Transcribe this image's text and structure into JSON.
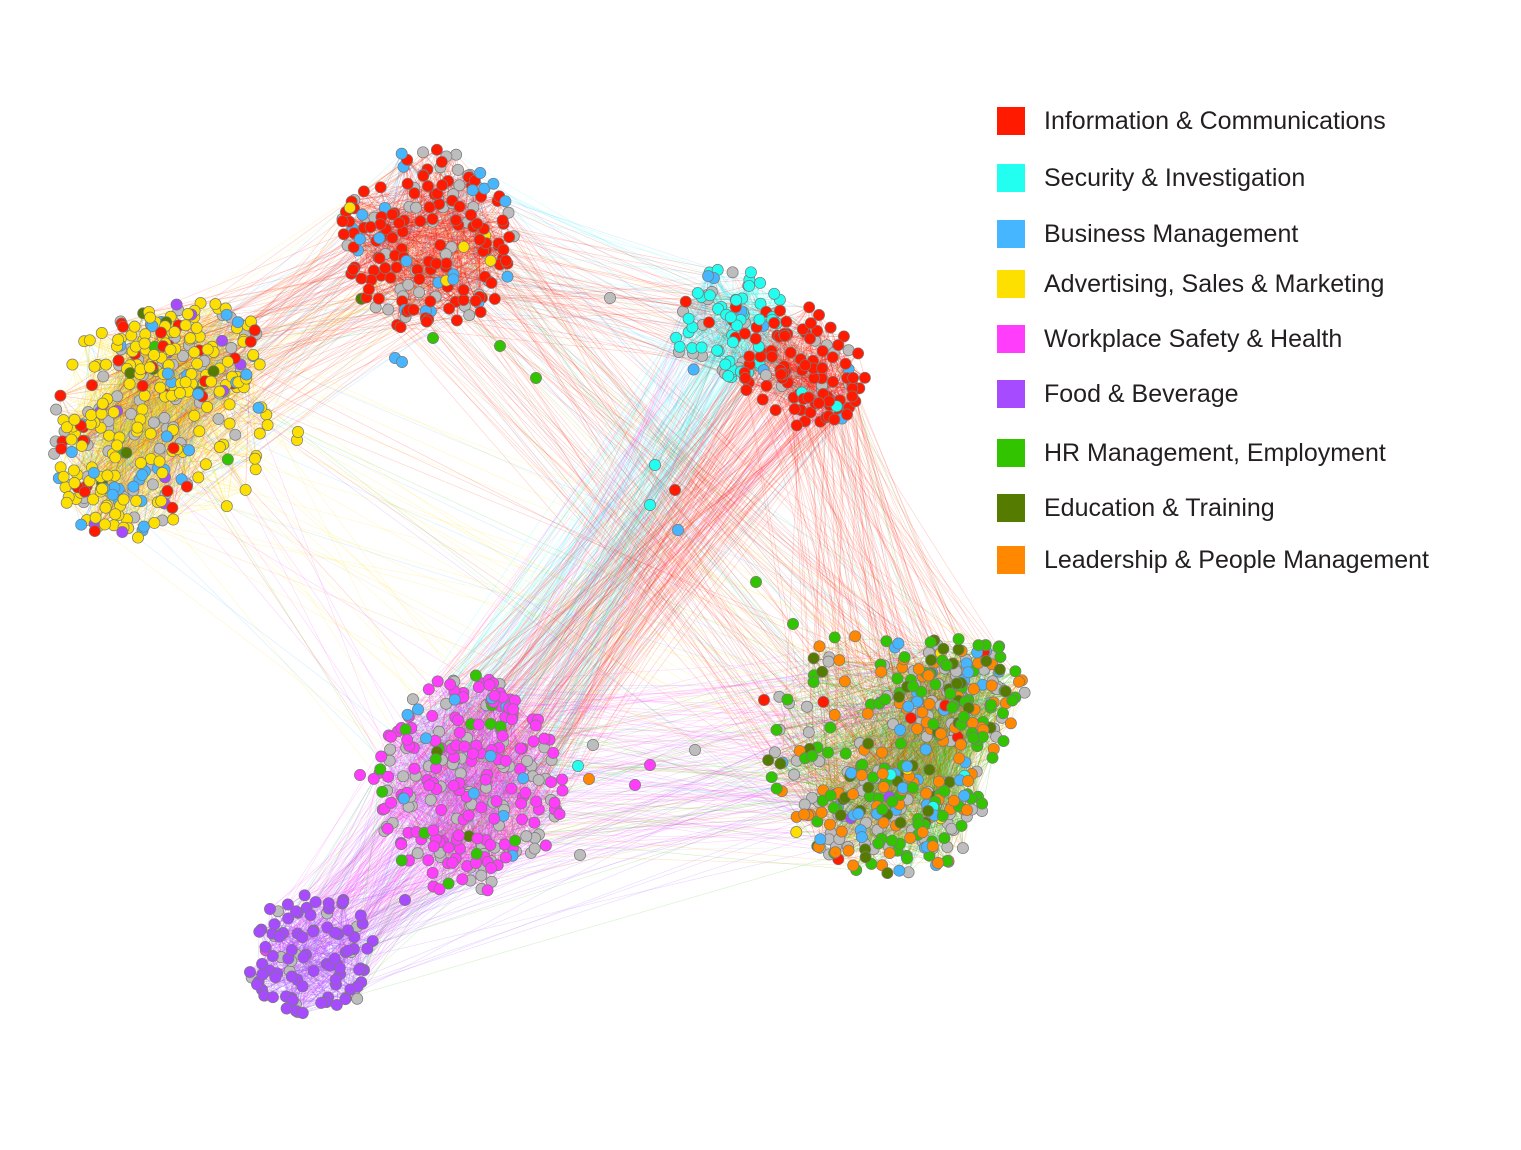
{
  "legend": {
    "items": [
      {
        "label": "Information & Communications",
        "color": "#ff1a00"
      },
      {
        "label": "Security & Investigation",
        "color": "#22fff0"
      },
      {
        "label": "Business Management",
        "color": "#45b6ff"
      },
      {
        "label": "Advertising, Sales & Marketing",
        "color": "#fde000"
      },
      {
        "label": "Workplace Safety & Health",
        "color": "#ff3dfa"
      },
      {
        "label": "Food & Beverage",
        "color": "#a64bff"
      },
      {
        "label": "HR Management, Employment",
        "color": "#33c400"
      },
      {
        "label": "Education & Training",
        "color": "#557c00"
      },
      {
        "label": "Leadership & People Management",
        "color": "#ff8800"
      }
    ]
  },
  "colors": {
    "unclassified_node": "#bdbdbd",
    "node_stroke": "#7a7a7a",
    "background": "#ffffff"
  },
  "network": {
    "clusters": [
      {
        "id": "ict",
        "mix": {
          "Information & Communications": 0.6,
          "Business Management": 0.12,
          "Advertising, Sales & Marketing": 0.03,
          "Education & Training": 0.01
        }
      },
      {
        "id": "marketing",
        "mix": {
          "Advertising, Sales & Marketing": 0.55,
          "Information & Communications": 0.12,
          "Business Management": 0.08,
          "Food & Beverage": 0.02,
          "Education & Training": 0.02,
          "HR Management, Employment": 0.01
        }
      },
      {
        "id": "security",
        "mix": {
          "Security & Investigation": 0.65,
          "Information & Communications": 0.1,
          "Business Management": 0.05
        }
      },
      {
        "id": "ict-2",
        "mix": {
          "Information & Communications": 0.85,
          "Security & Investigation": 0.03,
          "Business Management": 0.02
        }
      },
      {
        "id": "safety",
        "mix": {
          "Workplace Safety & Health": 0.62,
          "HR Management, Employment": 0.04,
          "Business Management": 0.04,
          "Education & Training": 0.01
        }
      },
      {
        "id": "food",
        "mix": {
          "Food & Beverage": 0.86,
          "Workplace Safety & Health": 0.01
        }
      },
      {
        "id": "hr",
        "mix": {
          "HR Management, Employment": 0.25,
          "Leadership & People Management": 0.22,
          "Education & Training": 0.15,
          "Business Management": 0.08,
          "Information & Communications": 0.02,
          "Food & Beverage": 0.01,
          "Security & Investigation": 0.01,
          "Advertising, Sales & Marketing": 0.01
        }
      }
    ]
  }
}
